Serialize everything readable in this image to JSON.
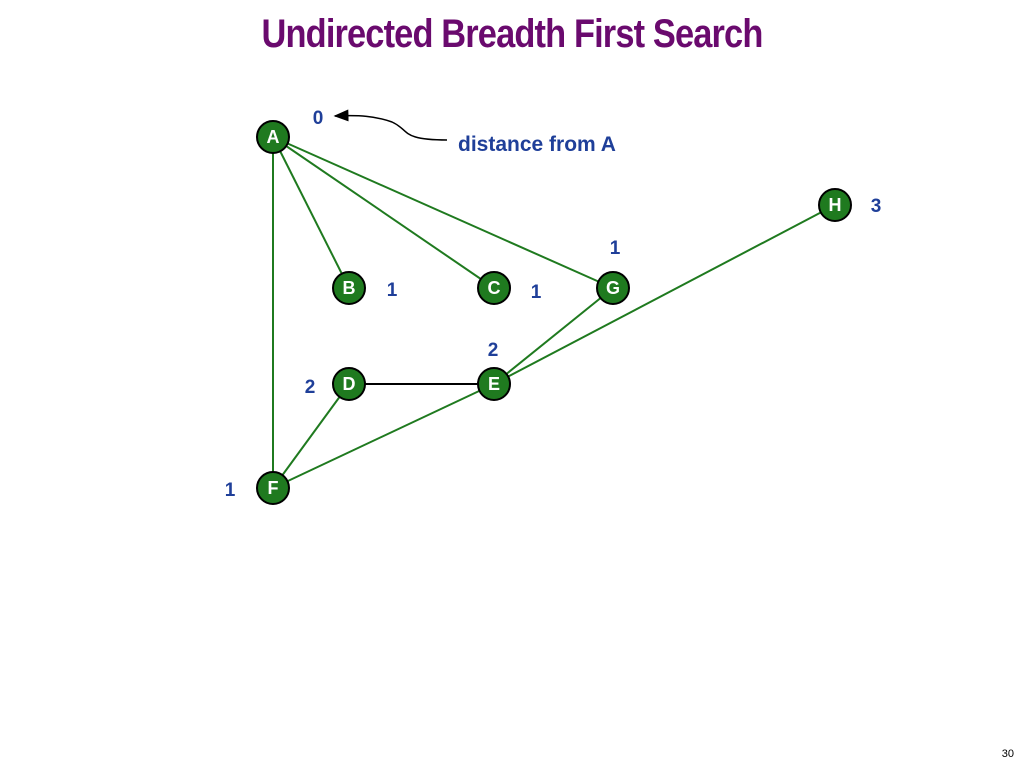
{
  "slide": {
    "title": "Undirected Breadth First Search",
    "page_number": "30"
  },
  "annotation": {
    "label": "distance from A",
    "points_to": "A"
  },
  "colors": {
    "title": "#6a0a6e",
    "node_fill": "#1f7a1f",
    "node_stroke": "#000000",
    "node_text": "#ffffff",
    "tree_edge": "#1f7a1f",
    "non_tree_edge": "#000000",
    "distance_text": "#1f3f99"
  },
  "graph": {
    "nodes": [
      {
        "id": "A",
        "label": "A",
        "distance": "0"
      },
      {
        "id": "B",
        "label": "B",
        "distance": "1"
      },
      {
        "id": "C",
        "label": "C",
        "distance": "1"
      },
      {
        "id": "G",
        "label": "G",
        "distance": "1"
      },
      {
        "id": "H",
        "label": "H",
        "distance": "3"
      },
      {
        "id": "D",
        "label": "D",
        "distance": "2"
      },
      {
        "id": "E",
        "label": "E",
        "distance": "2"
      },
      {
        "id": "F",
        "label": "F",
        "distance": "1"
      }
    ],
    "edges": [
      {
        "from": "A",
        "to": "B",
        "type": "tree"
      },
      {
        "from": "A",
        "to": "C",
        "type": "tree"
      },
      {
        "from": "A",
        "to": "G",
        "type": "tree"
      },
      {
        "from": "A",
        "to": "F",
        "type": "tree"
      },
      {
        "from": "F",
        "to": "D",
        "type": "tree"
      },
      {
        "from": "F",
        "to": "E",
        "type": "tree"
      },
      {
        "from": "G",
        "to": "E",
        "type": "tree"
      },
      {
        "from": "E",
        "to": "H",
        "type": "tree"
      },
      {
        "from": "D",
        "to": "E",
        "type": "non-tree"
      }
    ]
  }
}
